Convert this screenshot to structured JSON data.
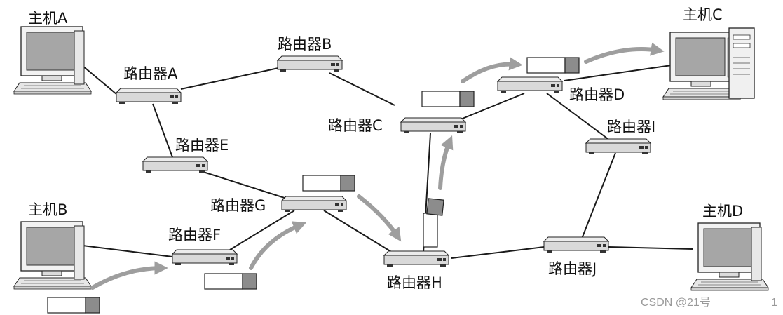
{
  "hosts": {
    "A": {
      "label": "主机A"
    },
    "B": {
      "label": "主机B"
    },
    "C": {
      "label": "主机C"
    },
    "D": {
      "label": "主机D"
    }
  },
  "routers": {
    "A": {
      "label": "路由器A"
    },
    "B": {
      "label": "路由器B"
    },
    "C": {
      "label": "路由器C"
    },
    "D": {
      "label": "路由器D"
    },
    "E": {
      "label": "路由器E"
    },
    "F": {
      "label": "路由器F"
    },
    "G": {
      "label": "路由器G"
    },
    "H": {
      "label": "路由器H"
    },
    "I": {
      "label": "路由器I"
    },
    "J": {
      "label": "路由器J"
    }
  },
  "watermark": {
    "text": "CSDN @21号",
    "page_number": "1"
  },
  "colors": {
    "line": "#1a1a1a",
    "arrow": "#9e9e9e",
    "packet_header": "#8c8c8c",
    "router_body": "#d9d9d9",
    "screen": "#a6a6a6"
  }
}
